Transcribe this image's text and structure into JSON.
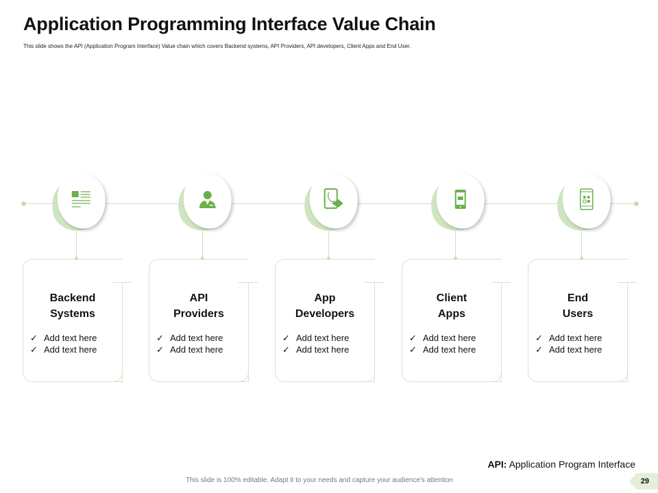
{
  "title": "Application Programming Interface Value Chain",
  "subtitle": "This slide shows the API (Application Program Interface) Value chain which covers Backend systems, API Providers, API developers, Client Apps and End User.",
  "accent": "#6ab04c",
  "stages": [
    {
      "icon": "document-icon",
      "title1": "Backend",
      "title2": "Systems",
      "bullets": [
        "Add text here",
        "Add text here"
      ]
    },
    {
      "icon": "businessman-icon",
      "title1": "API",
      "title2": "Providers",
      "bullets": [
        "Add text here",
        "Add text here"
      ]
    },
    {
      "icon": "tablet-touch-icon",
      "title1": "App",
      "title2": "Developers",
      "bullets": [
        "Add text here",
        "Add text here"
      ]
    },
    {
      "icon": "smartphone-icon",
      "title1": "Client",
      "title2": "Apps",
      "bullets": [
        "Add text here",
        "Add text here"
      ]
    },
    {
      "icon": "mobile-apps-icon",
      "title1": "End",
      "title2": "Users",
      "bullets": [
        "Add text here",
        "Add text here"
      ]
    }
  ],
  "check": "✓",
  "legend": {
    "term": "API:",
    "definition": "Application Program Interface"
  },
  "footer": "This slide is 100% editable. Adapt it to your needs and capture your audience's attention",
  "page_number": "29"
}
